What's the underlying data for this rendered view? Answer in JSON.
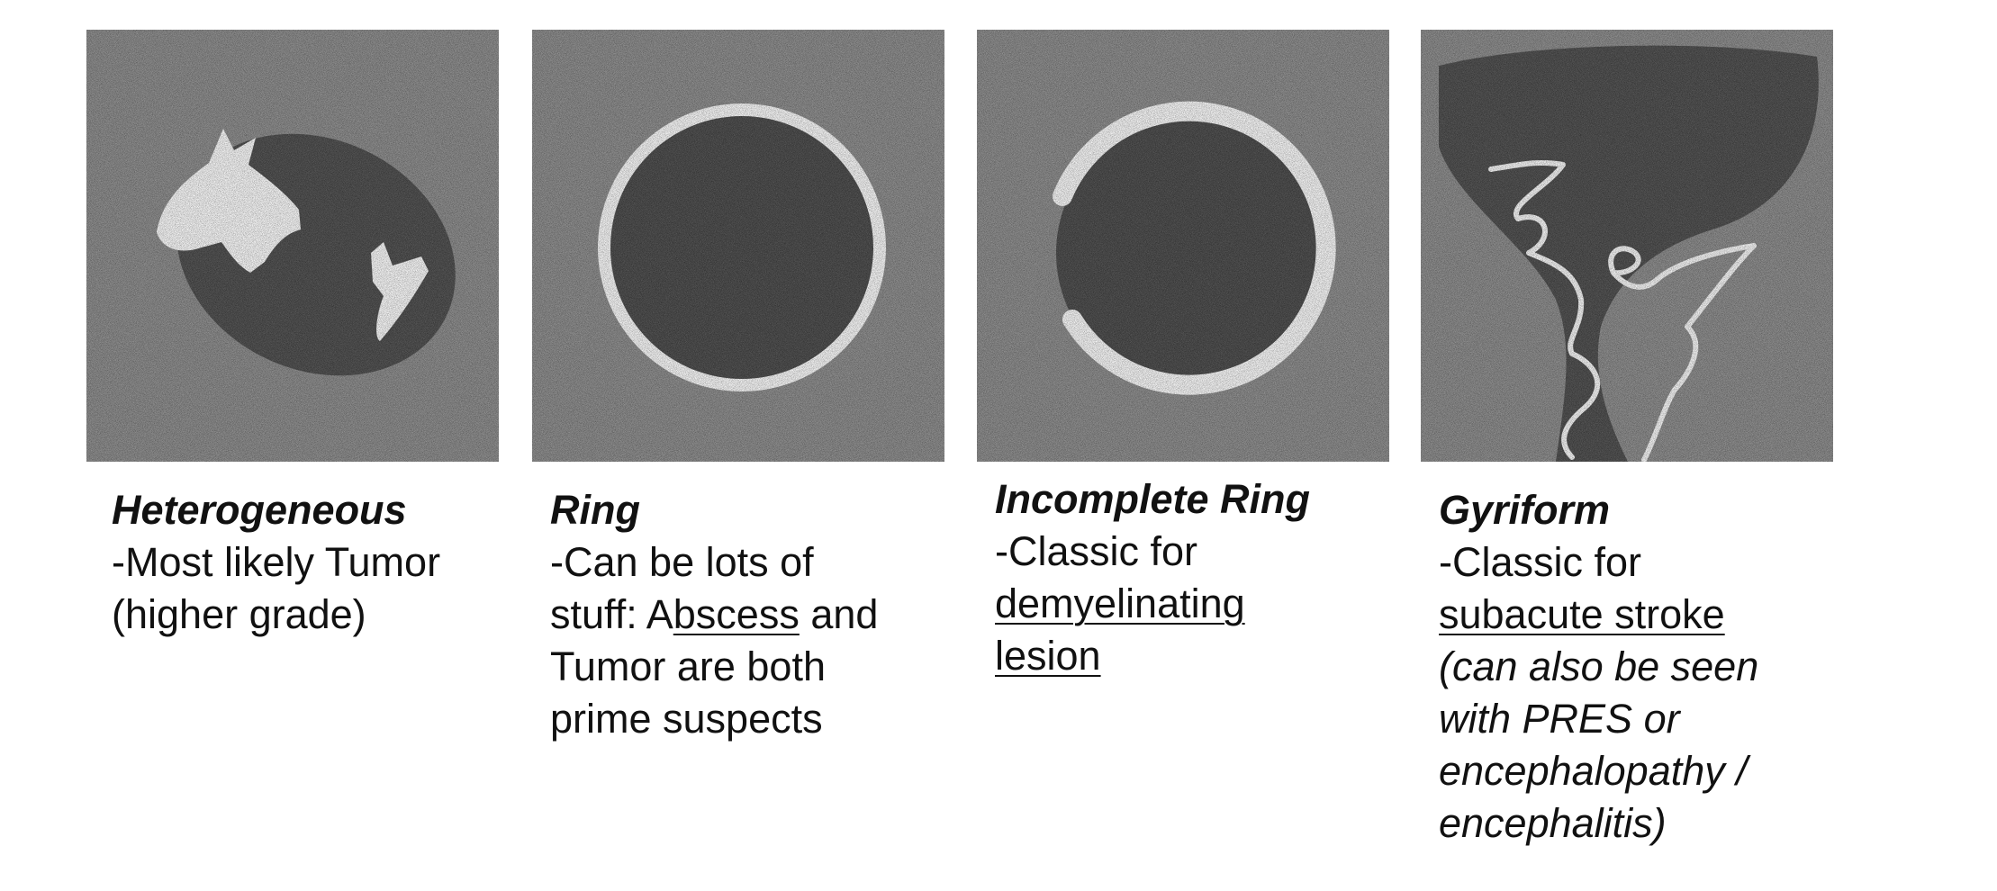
{
  "panels": [
    {
      "title": "Heterogeneous",
      "lines": [
        {
          "parts": [
            {
              "text": "-Most likely Tumor"
            }
          ]
        },
        {
          "parts": [
            {
              "text": "(higher grade)"
            }
          ]
        }
      ]
    },
    {
      "title": "Ring",
      "lines": [
        {
          "parts": [
            {
              "text": "-Can be lots of"
            }
          ]
        },
        {
          "parts": [
            {
              "text": "stuff: A"
            },
            {
              "text": "bscess",
              "underline": true
            },
            {
              "text": " and"
            }
          ]
        },
        {
          "parts": [
            {
              "text": "Tumor are both"
            }
          ]
        },
        {
          "parts": [
            {
              "text": "prime suspects"
            }
          ]
        }
      ]
    },
    {
      "title": "Incomplete Ring",
      "lines": [
        {
          "parts": [
            {
              "text": "-Classic for"
            }
          ]
        },
        {
          "parts": [
            {
              "text": "demyelinating",
              "underline": true
            }
          ]
        },
        {
          "parts": [
            {
              "text": "lesion",
              "underline": true
            }
          ]
        }
      ]
    },
    {
      "title": "Gyriform",
      "lines": [
        {
          "parts": [
            {
              "text": "-Classic for"
            }
          ]
        },
        {
          "parts": [
            {
              "text": "subacute stroke",
              "underline": true
            }
          ]
        },
        {
          "parts": [
            {
              "text": "(can also be seen",
              "italic": true
            }
          ]
        },
        {
          "parts": [
            {
              "text": "with PRES or",
              "italic": true
            }
          ]
        },
        {
          "parts": [
            {
              "text": "encephalopathy /",
              "italic": true
            }
          ]
        },
        {
          "parts": [
            {
              "text": "encephalitis)",
              "italic": true
            }
          ]
        }
      ]
    }
  ]
}
